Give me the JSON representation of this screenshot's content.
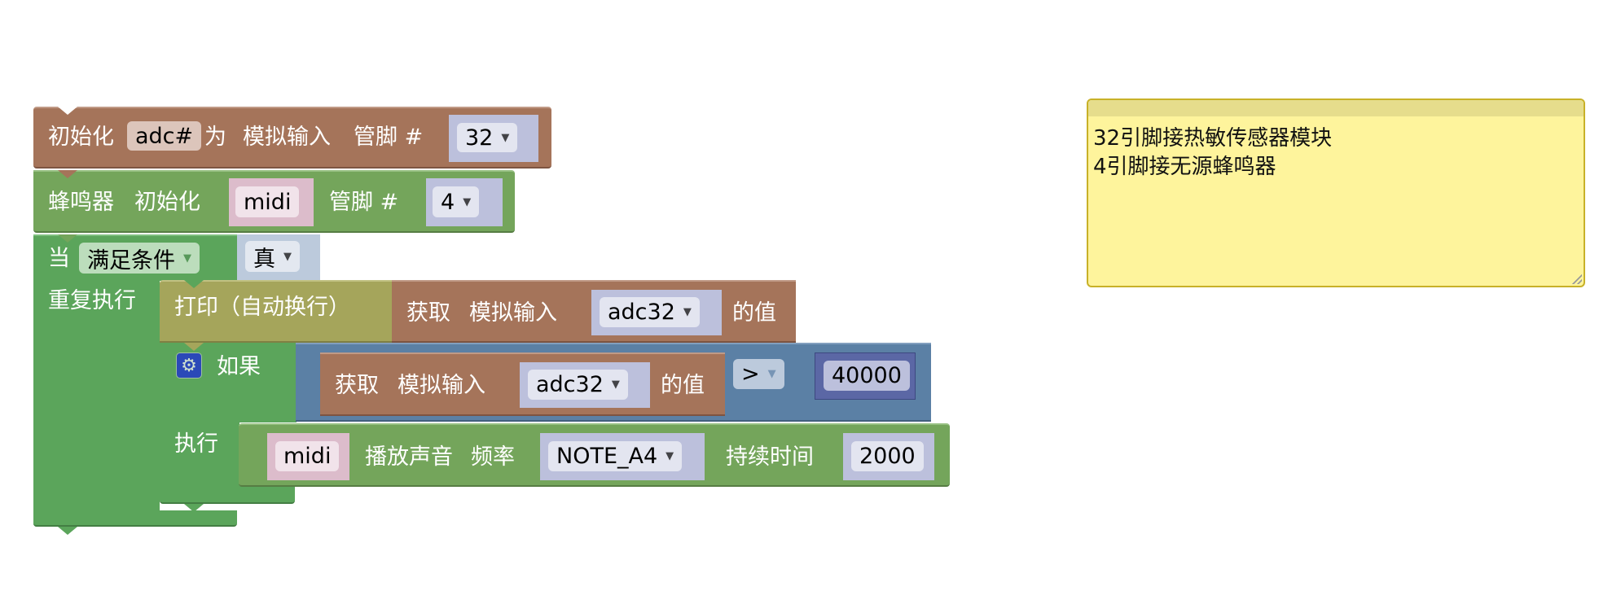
{
  "colors": {
    "init_block": "#a5745a",
    "buzzer_block": "#74a55b",
    "loop_block": "#5ba55b",
    "print_block": "#a5a55b",
    "compare_block": "#5b80a5",
    "number_block": "#5b67a5",
    "comment_bg": "#fef49c"
  },
  "init_block": {
    "label": "初始化",
    "var_name": "adc#",
    "as_label": "为",
    "type_label": "模拟输入",
    "pin_label": "管脚 #",
    "pin_value": "32"
  },
  "buzzer_init_block": {
    "label": "蜂鸣器",
    "init_label": "初始化",
    "var_name": "midi",
    "pin_label": "管脚 #",
    "pin_value": "4"
  },
  "while_block": {
    "when_label": "当",
    "mode_value": "满足条件",
    "condition_value": "真",
    "repeat_label": "重复执行"
  },
  "print_block": {
    "label": "打印（自动换行）",
    "getter": {
      "get_label": "获取",
      "type_label": "模拟输入",
      "var_value": "adc32",
      "value_label": "的值"
    }
  },
  "if_block": {
    "if_label": "如果",
    "do_label": "执行",
    "condition": {
      "getter": {
        "get_label": "获取",
        "type_label": "模拟输入",
        "var_value": "adc32",
        "value_label": "的值"
      },
      "operator": ">",
      "threshold": "40000"
    }
  },
  "play_block": {
    "var_name": "midi",
    "play_label": "播放声音",
    "freq_label": "频率",
    "note_value": "NOTE_A4",
    "duration_label": "持续时间",
    "duration_value": "2000"
  },
  "comment": {
    "text": "32引脚接热敏传感器模块\n4引脚接无源蜂鸣器"
  }
}
